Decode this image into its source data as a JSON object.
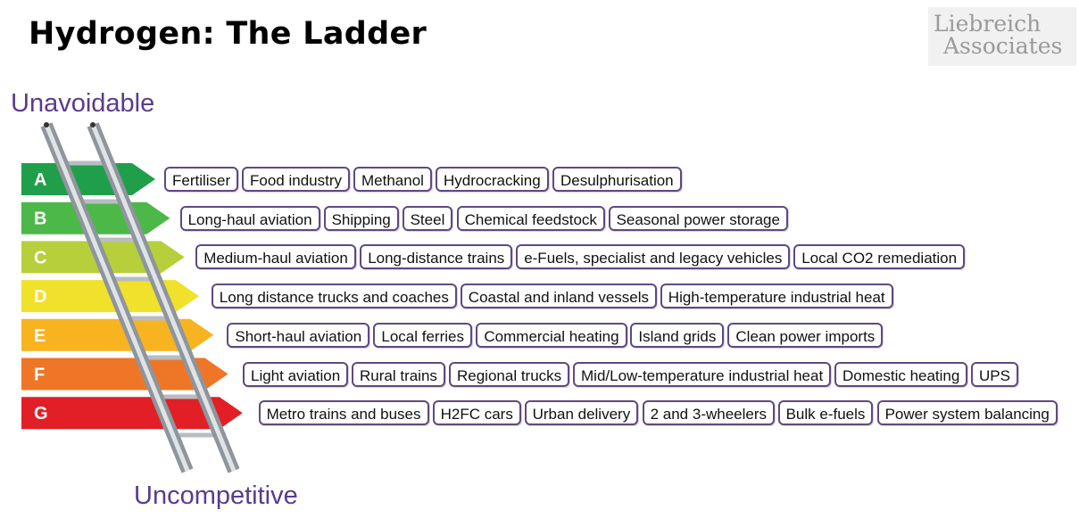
{
  "title": "Hydrogen: The Ladder",
  "logo": {
    "line1": "Liebreich",
    "line2": "Associates"
  },
  "axis": {
    "top": "Unavoidable",
    "bottom": "Uncompetitive"
  },
  "rungs": [
    {
      "letter": "A",
      "color": "#1f9f4a",
      "items": [
        "Fertiliser",
        "Food industry",
        "Methanol",
        "Hydrocracking",
        "Desulphurisation"
      ]
    },
    {
      "letter": "B",
      "color": "#4cb848",
      "items": [
        "Long-haul aviation",
        "Shipping",
        "Steel",
        "Chemical feedstock",
        "Seasonal power storage"
      ]
    },
    {
      "letter": "C",
      "color": "#b7cf3a",
      "items": [
        "Medium-haul aviation",
        "Long-distance trains",
        "e-Fuels, specialist and legacy vehicles",
        "Local CO2 remediation"
      ]
    },
    {
      "letter": "D",
      "color": "#f0e12a",
      "items": [
        "Long distance trucks and coaches",
        "Coastal and inland vessels",
        "High-temperature industrial heat"
      ]
    },
    {
      "letter": "E",
      "color": "#f7b320",
      "items": [
        "Short-haul aviation",
        "Local ferries",
        "Commercial heating",
        "Island grids",
        "Clean power imports"
      ]
    },
    {
      "letter": "F",
      "color": "#ee7626",
      "items": [
        "Light aviation",
        "Rural trains",
        "Regional trucks",
        "Mid/Low-temperature industrial heat",
        "Domestic heating",
        "UPS"
      ]
    },
    {
      "letter": "G",
      "color": "#e21f26",
      "items": [
        "Metro trains and buses",
        "H2FC cars",
        "Urban delivery",
        "2 and 3-wheelers",
        "Bulk e-fuels",
        "Power system balancing"
      ]
    }
  ]
}
